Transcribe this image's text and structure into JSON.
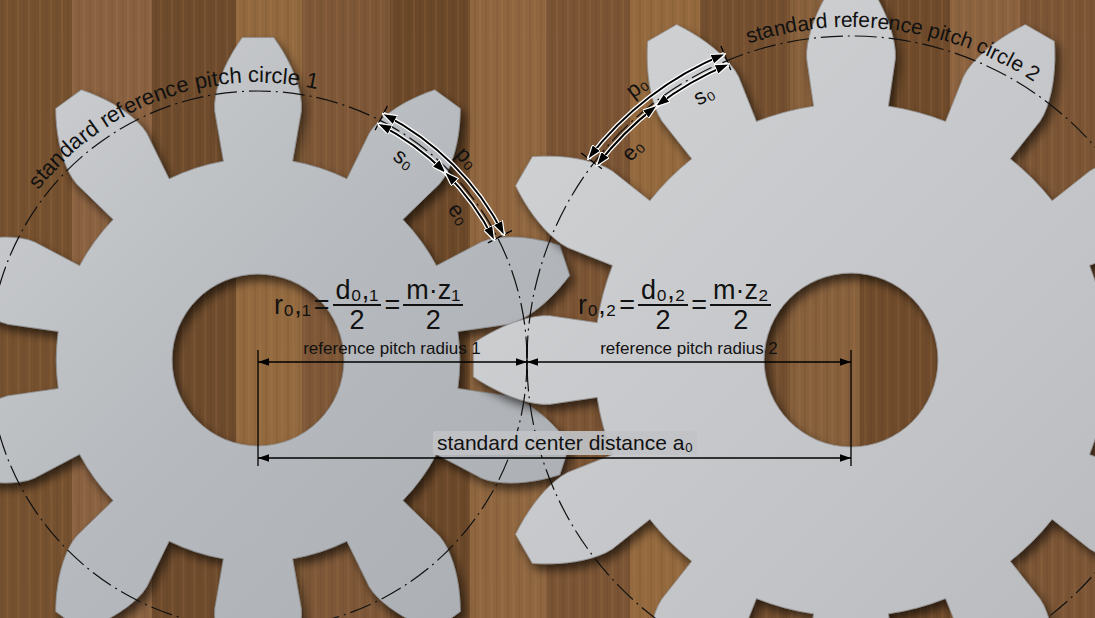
{
  "diagram": {
    "labels": [
      "standard reference pitch circle 1",
      "s₀",
      "p₀",
      "e₀",
      "standard reference pitch circle 2",
      "p₀",
      "s₀",
      "e₀",
      "r₀,₁",
      "=",
      "d₀,₁",
      "2",
      "=",
      "m·z₁",
      "2",
      "r₀,₂",
      "=",
      "d₀,₂",
      "2",
      "=",
      "m·z₂",
      "2",
      "reference pitch radius 1",
      "reference pitch radius 2",
      "standard center distance a₀"
    ]
  }
}
